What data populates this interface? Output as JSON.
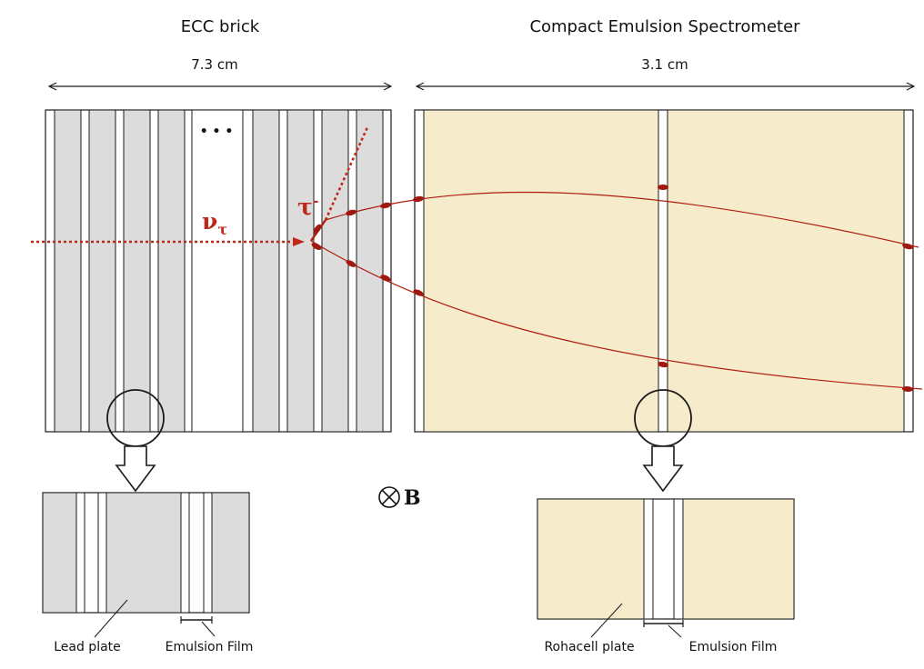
{
  "colors": {
    "lead": "#dcdcdc",
    "rohacell": "#f6ebca",
    "film": "#ffffff",
    "outline": "#1a1a1a",
    "track": "#b01e10",
    "neutrino": "#c0281a"
  },
  "ecc": {
    "title": "ECC brick",
    "length": "7.3 cm",
    "ellipsis": "• • •"
  },
  "ces": {
    "title": "Compact Emulsion Spectrometer",
    "length": "3.1 cm"
  },
  "particles": {
    "neutrino": "ν",
    "neutrino_sub": "τ",
    "tau": "τ",
    "tau_sup": "-"
  },
  "field": {
    "symbol": "⊗",
    "label": "B"
  },
  "zoom_ecc": {
    "lead_label": "Lead plate",
    "film_label": "Emulsion Film"
  },
  "zoom_ces": {
    "plate_label": "Rohacell plate",
    "film_label": "Emulsion Film"
  }
}
